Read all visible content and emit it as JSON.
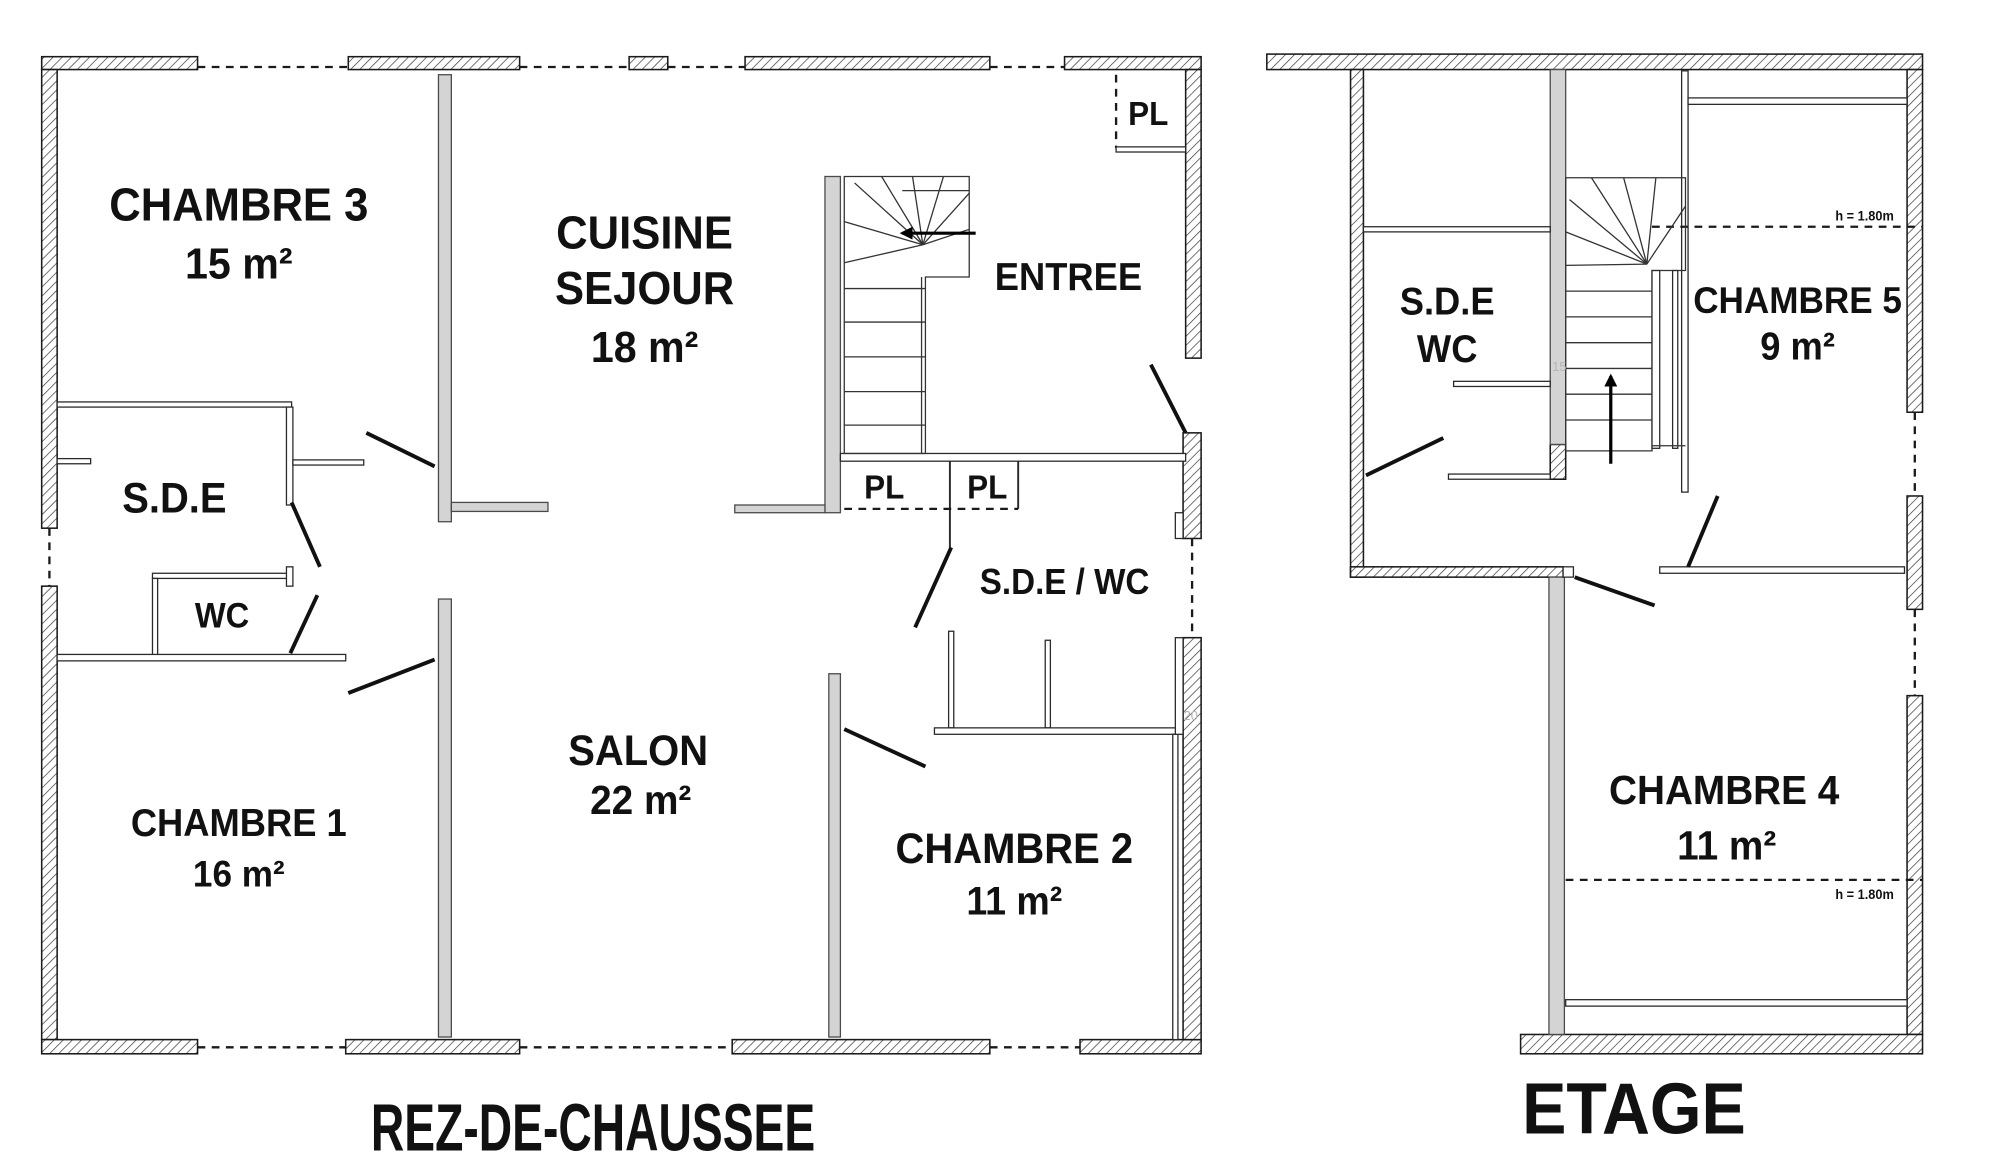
{
  "ground_floor": {
    "title": "REZ-DE-CHAUSSEE",
    "rooms": {
      "chambre_3": {
        "name": "CHAMBRE 3",
        "area": "15 m²"
      },
      "cuisine_sejour": {
        "name_line1": "CUISINE",
        "name_line2": "SEJOUR",
        "area": "18 m²"
      },
      "entree": {
        "name": "ENTREE"
      },
      "sde": {
        "name": "S.D.E"
      },
      "wc": {
        "name": "WC"
      },
      "sde_wc": {
        "name": "S.D.E / WC"
      },
      "salon": {
        "name": "SALON",
        "area": "22 m²"
      },
      "chambre_1": {
        "name": "CHAMBRE 1",
        "area": "16 m²"
      },
      "chambre_2": {
        "name": "CHAMBRE 2",
        "area": "11 m²"
      }
    },
    "placards": [
      "PL",
      "PL",
      "PL"
    ],
    "marks": [
      "20"
    ]
  },
  "upper_floor": {
    "title": "ETAGE",
    "rooms": {
      "sde_wc": {
        "name_line1": "S.D.E",
        "name_line2": "WC"
      },
      "chambre_5": {
        "name": "CHAMBRE 5",
        "area": "9 m²"
      },
      "chambre_4": {
        "name": "CHAMBRE 4",
        "area": "11 m²"
      }
    },
    "ceiling_height_labels": [
      "h = 1.80m",
      "h = 1.80m"
    ],
    "marks": [
      "15"
    ]
  },
  "colors": {
    "background": "#ffffff",
    "wall_stroke": "#1a1a1a",
    "partition_fill": "#d4d4d4",
    "text": "#111111"
  }
}
